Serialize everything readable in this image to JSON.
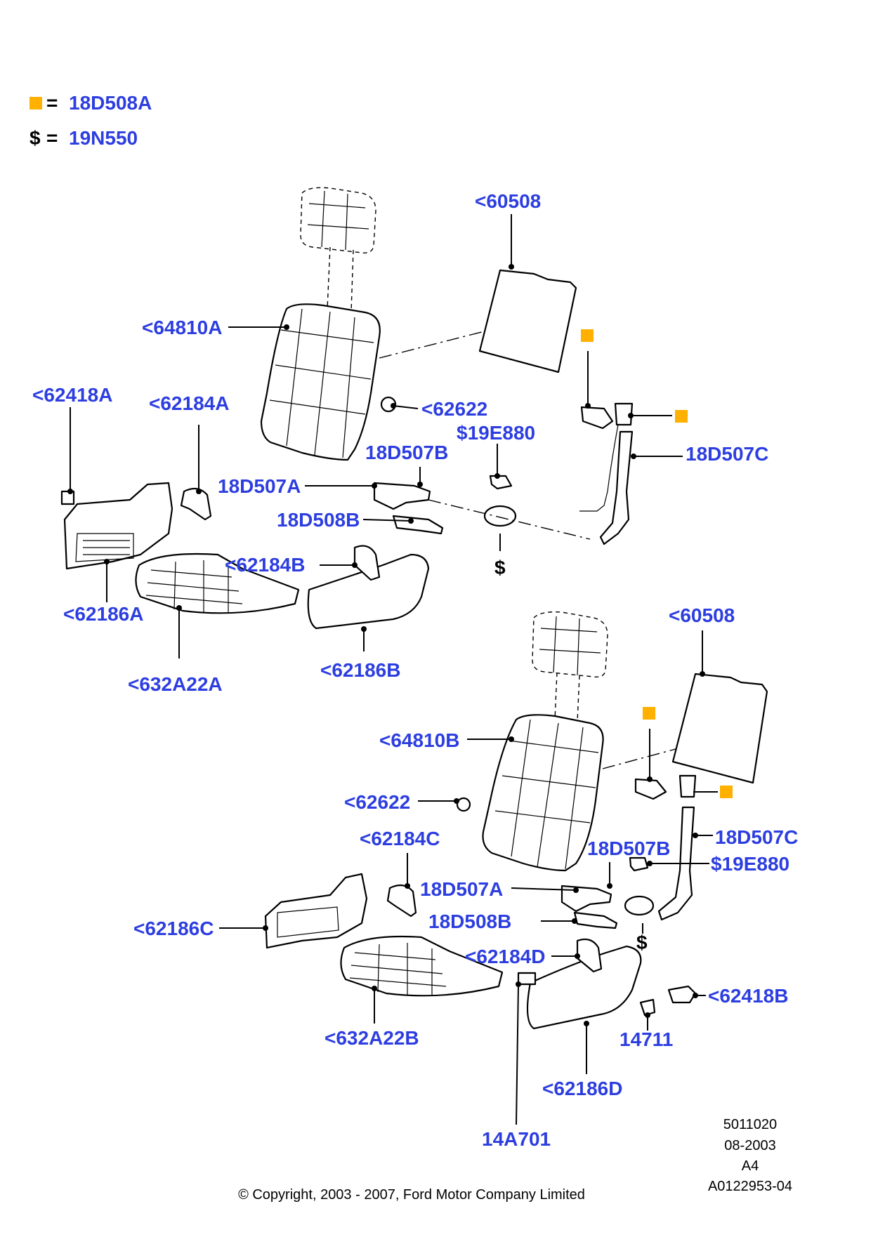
{
  "legend": [
    {
      "symbol": "square",
      "eq": "=",
      "code": "18D508A"
    },
    {
      "symbol": "$",
      "eq": "=",
      "code": "19N550"
    }
  ],
  "labels": {
    "p60508_top": "<60508",
    "p64810A": "<64810A",
    "p62418A": "<62418A",
    "p62184A": "<62184A",
    "p62622_top": "<62622",
    "p19E880_top": "$19E880",
    "p18D507B_top": "18D507B",
    "p18D507C_top": "18D507C",
    "p18D507A_top": "18D507A",
    "p18D508B_top": "18D508B",
    "dollar_top": "$",
    "p62184B": "<62184B",
    "p62186A": "<62186A",
    "p62186B": "<62186B",
    "p632A22A": "<632A22A",
    "p60508_bot": "<60508",
    "p64810B": "<64810B",
    "p62622_bot": "<62622",
    "p62184C": "<62184C",
    "p18D507B_bot": "18D507B",
    "p18D507C_bot": "18D507C",
    "p19E880_bot": "$19E880",
    "p18D507A_bot": "18D507A",
    "p62186C": "<62186C",
    "p18D508B_bot": "18D508B",
    "dollar_bot": "$",
    "p62184D": "<62184D",
    "p62418B": "<62418B",
    "p632A22B": "<632A22B",
    "p14711": "14711",
    "p62186D": "<62186D",
    "p14A701": "14A701"
  },
  "meta": {
    "code": "5011020",
    "date": "08-2003",
    "size": "A4",
    "ref": "A0122953-04"
  },
  "copyright": "© Copyright, 2003 - 2007, Ford Motor Company Limited",
  "colors": {
    "label": "#2d3ee0",
    "marker": "#ffb000"
  }
}
